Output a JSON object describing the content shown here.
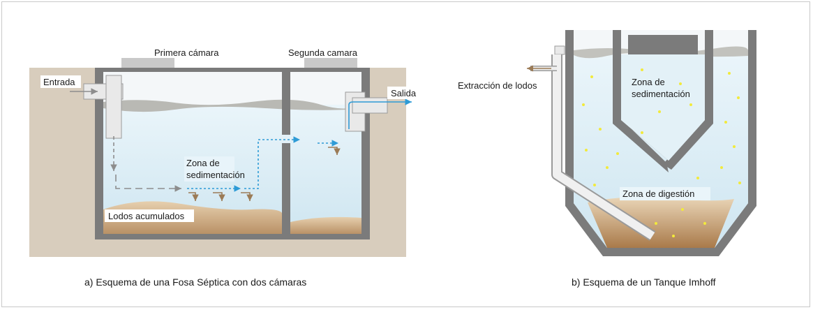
{
  "septic": {
    "chamber1_label": "Primera cámara",
    "chamber2_label": "Segunda camara",
    "inlet_label": "Entrada",
    "outlet_label": "Salida",
    "zone_line1": "Zona de",
    "zone_line2": "sedimentación",
    "sludge_label": "Lodos acumulados",
    "caption": "a) Esquema de una Fosa Séptica con dos cámaras"
  },
  "imhoff": {
    "extraction_label": "Extracción de lodos",
    "zone_line1": "Zona de",
    "zone_line2": "sedimentación",
    "digestion_label": "Zona de digestión",
    "caption": "b) Esquema de un Tanque Imhoff"
  },
  "colors": {
    "soil": "#d8cdbd",
    "wall": "#7b7b7b",
    "water": "#d6ebf3",
    "sludge": "#c9a77c",
    "scum": "#b9b9b4",
    "flow_gray": "#8d8d8d",
    "flow_blue": "#2e9bd6",
    "flow_brown": "#9b7b56",
    "particle": "#f2ea3b"
  }
}
